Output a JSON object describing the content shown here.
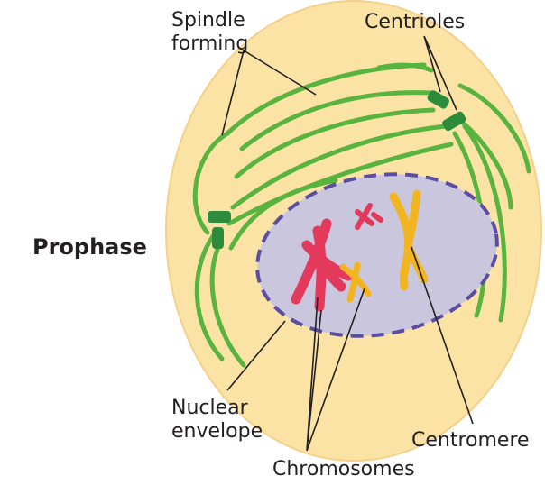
{
  "title": "Prophase",
  "labels": {
    "spindle_forming": [
      "Spindle",
      "forming"
    ],
    "centrioles": "Centrioles",
    "nuclear_envelope": [
      "Nuclear",
      "envelope"
    ],
    "centromere": "Centromere",
    "chromosomes": "Chromosomes"
  },
  "colors": {
    "cytoplasm": "#fbe3a6",
    "cell_outline": "#f6d58a",
    "nucleus": "#c9c6dd",
    "nuclear_envelope": "#5b4ea0",
    "spindle": "#58b33f",
    "centriole": "#2e8b3c",
    "chromosome_red": "#e2395c",
    "chromosome_yellow": "#f2b51f",
    "leader_lines": "#231f20",
    "text": "#231f20"
  }
}
